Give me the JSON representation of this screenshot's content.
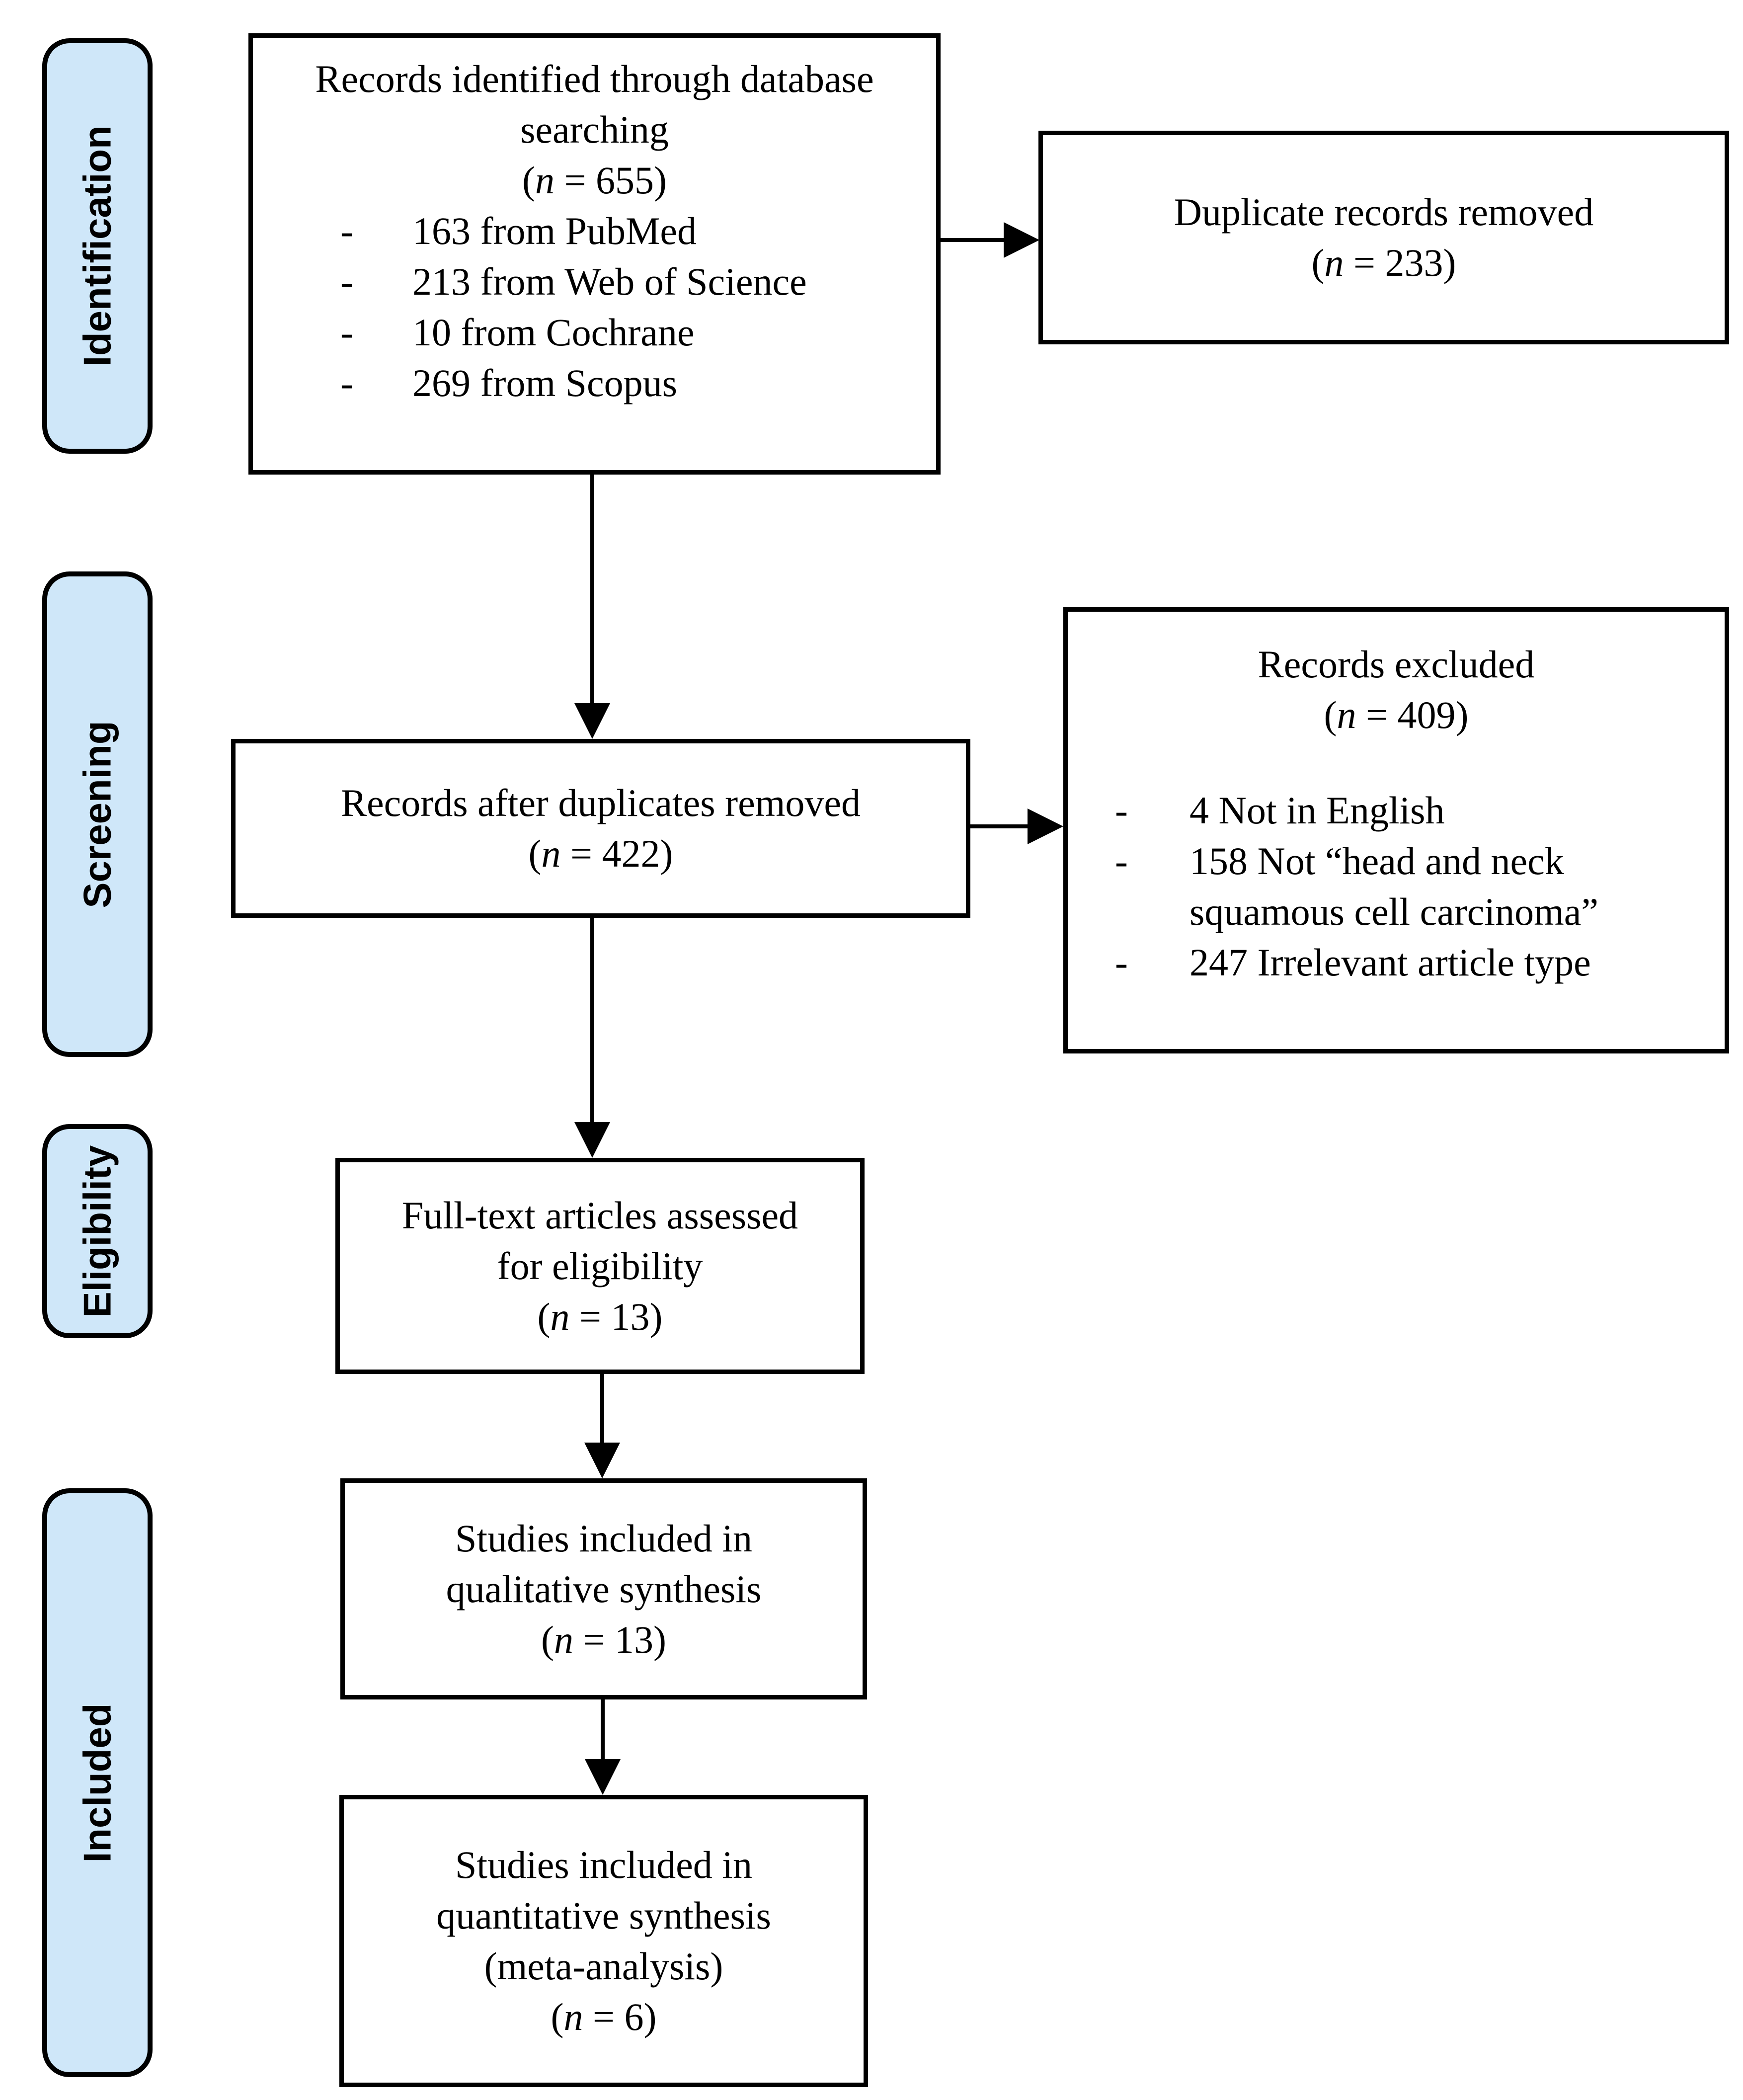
{
  "colors": {
    "stage_fill": "#cfe7f9",
    "border": "#000000",
    "text": "#000000",
    "background": "#ffffff"
  },
  "bullet_marker": "-",
  "stages": [
    {
      "label": "Identification"
    },
    {
      "label": "Screening"
    },
    {
      "label": "Eligibility"
    },
    {
      "label": "Included"
    }
  ],
  "boxes": {
    "identified": {
      "lines": [
        "Records identified through database",
        "searching",
        "(n = 655)"
      ],
      "bullets": [
        "163 from PubMed",
        "213 from Web of Science",
        "10 from Cochrane",
        "269 from Scopus"
      ]
    },
    "duplicates_removed": {
      "lines": [
        "Duplicate records removed",
        "(n = 233)"
      ]
    },
    "after_duplicates": {
      "lines": [
        "Records after duplicates removed",
        "(n = 422)"
      ]
    },
    "excluded": {
      "lines": [
        "Records excluded",
        "(n = 409)"
      ],
      "bullets": [
        "4 Not in English",
        "158 Not “head and neck squamous cell carcinoma”",
        "247 Irrelevant article type"
      ]
    },
    "fulltext": {
      "lines": [
        "Full-text articles assessed",
        "for eligibility",
        "(n = 13)"
      ]
    },
    "qualitative": {
      "lines": [
        "Studies included in",
        "qualitative synthesis",
        "(n = 13)"
      ]
    },
    "quantitative": {
      "lines": [
        "Studies included in",
        "quantitative synthesis",
        "(meta-analysis)",
        "(n = 6)"
      ]
    }
  }
}
